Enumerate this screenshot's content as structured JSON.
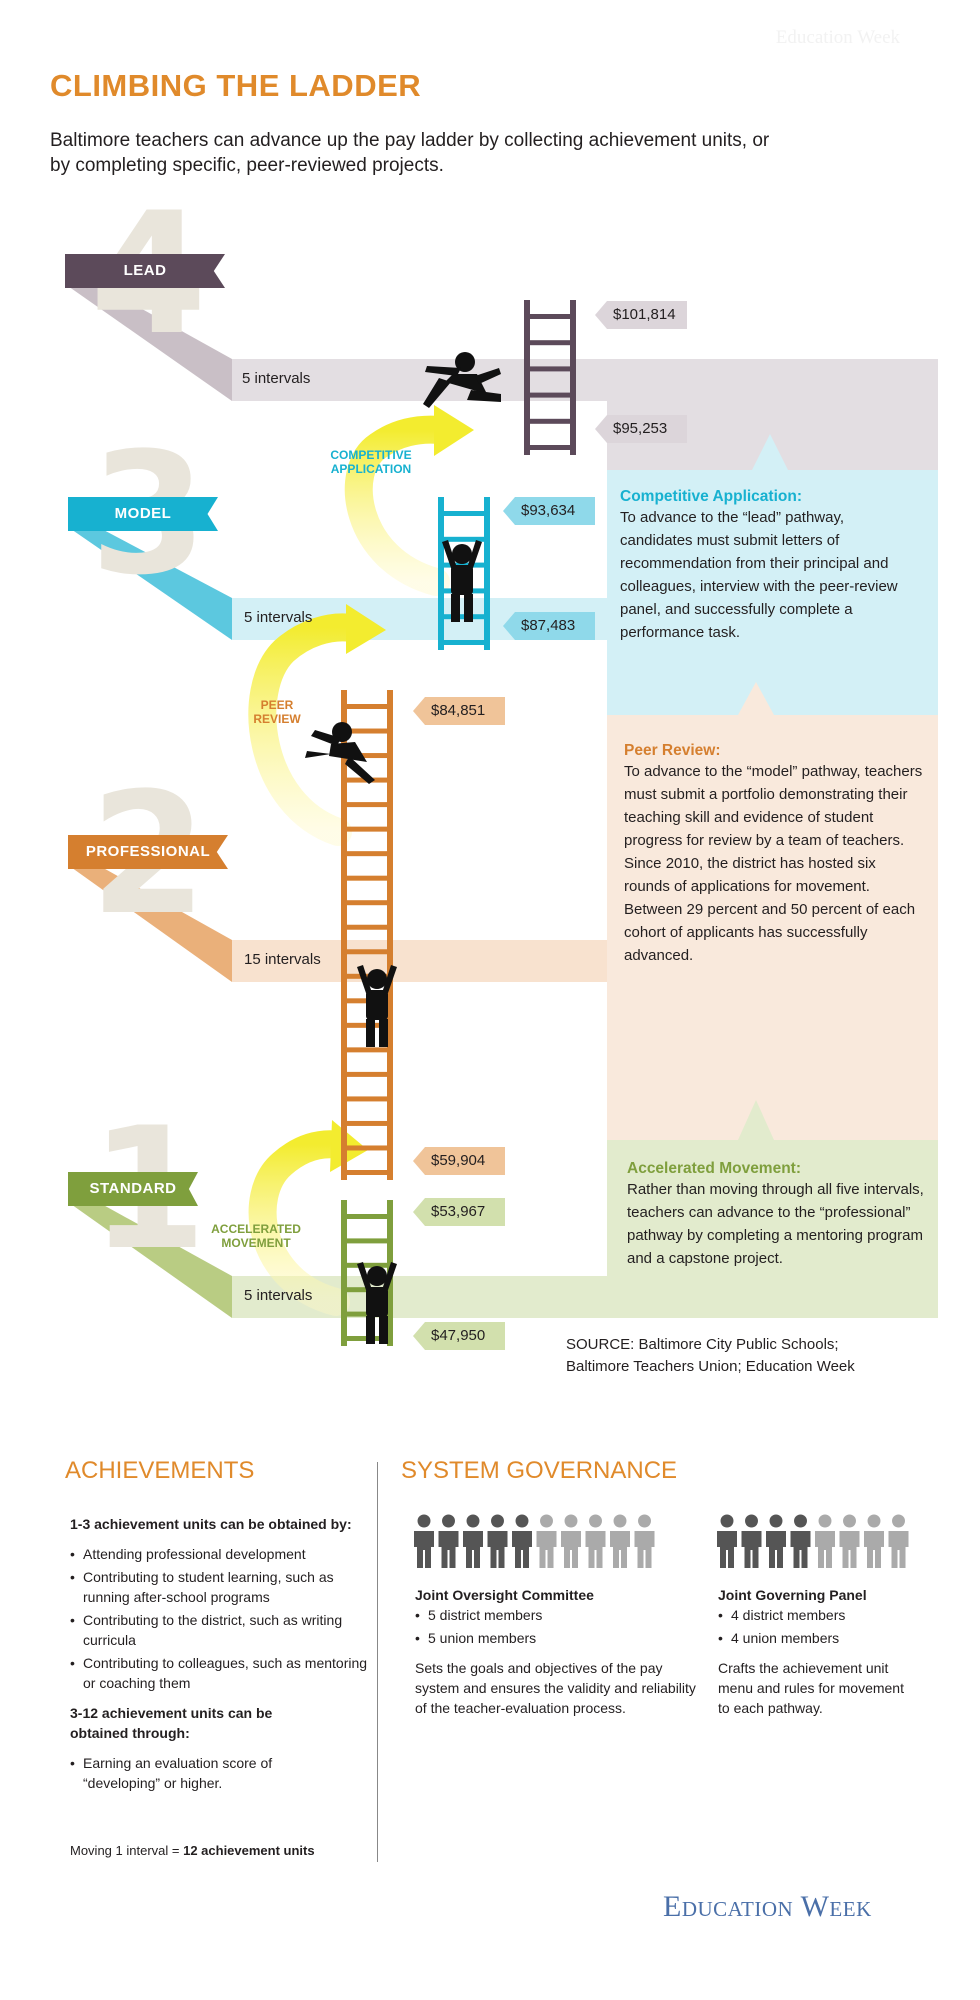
{
  "header": {
    "title": "CLIMBING THE LADDER",
    "subtitle": "Baltimore teachers can advance up the pay ladder by collecting achievement units, or by completing specific, peer-reviewed projects.",
    "watermark": "Education Week"
  },
  "pathways": [
    {
      "number": "4",
      "name": "LEAD",
      "color": "#5c4a5a",
      "intervals": "5 intervals"
    },
    {
      "number": "3",
      "name": "MODEL",
      "color": "#17b1d0",
      "intervals": "5 intervals"
    },
    {
      "number": "2",
      "name": "PROFESSIONAL",
      "color": "#d57f2f",
      "intervals": "15 intervals"
    },
    {
      "number": "1",
      "name": "STANDARD",
      "color": "#7f9f3d",
      "intervals": "5 intervals"
    }
  ],
  "salaries": {
    "lead_top": "$101,814",
    "lead_bottom": "$95,253",
    "model_top": "$93,634",
    "model_bottom": "$87,483",
    "professional_top": "$84,851",
    "professional_bottom": "$59,904",
    "standard_top": "$53,967",
    "standard_bottom": "$47,950"
  },
  "arrows": {
    "competitive": "COMPETITIVE APPLICATION",
    "peer": "PEER REVIEW",
    "accelerated": "ACCELERATED MOVEMENT"
  },
  "panels": {
    "competitive": {
      "title": "Competitive Application:",
      "text": "To advance to the “lead” pathway, candidates must submit letters of recommendation from their principal and colleagues, interview with the peer-review panel, and successfully complete a performance task."
    },
    "peer": {
      "title": "Peer Review:",
      "text": "To advance to the “model” pathway, teachers must submit a portfolio demonstrating their teaching skill and evidence of student progress for review by a team of teachers. Since 2010, the district has hosted six rounds of applications for movement. Between 29 percent and 50 percent of each cohort of applicants has successfully advanced."
    },
    "accelerated": {
      "title": "Accelerated Movement:",
      "text": "Rather than moving through all five intervals, teachers can advance to the “professional” pathway by completing a mentoring program and a capstone project."
    }
  },
  "source": {
    "line1": "SOURCE: Baltimore City Public Schools;",
    "line2": "Baltimore Teachers Union; Education Week"
  },
  "achievements": {
    "heading": "ACHIEVEMENTS",
    "sub1": "1-3 achievement units can be obtained by:",
    "items1": [
      "Attending professional development",
      "Contributing to student learning, such as running after-school programs",
      "Contributing to the district, such as writing curricula",
      "Contributing to colleagues, such as mentoring or coaching them"
    ],
    "sub2": "3-12 achievement units can be obtained through:",
    "items2": [
      "Earning an evaluation score of “developing” or higher."
    ],
    "footnote_a": "Moving 1 interval = ",
    "footnote_b": "12 achievement units"
  },
  "governance": {
    "heading": "SYSTEM GOVERNANCE",
    "committee": {
      "name": "Joint Oversight Committee",
      "members": [
        "5 district members",
        "5 union members"
      ],
      "desc": "Sets the goals and objectives of the pay system and ensures the validity and reliability of the teacher-evaluation process."
    },
    "panel": {
      "name": "Joint Governing Panel",
      "members": [
        "4 district members",
        "4 union members"
      ],
      "desc": "Crafts the achievement unit menu and rules for movement to each pathway."
    }
  },
  "footer": {
    "logo": "Education Week"
  }
}
